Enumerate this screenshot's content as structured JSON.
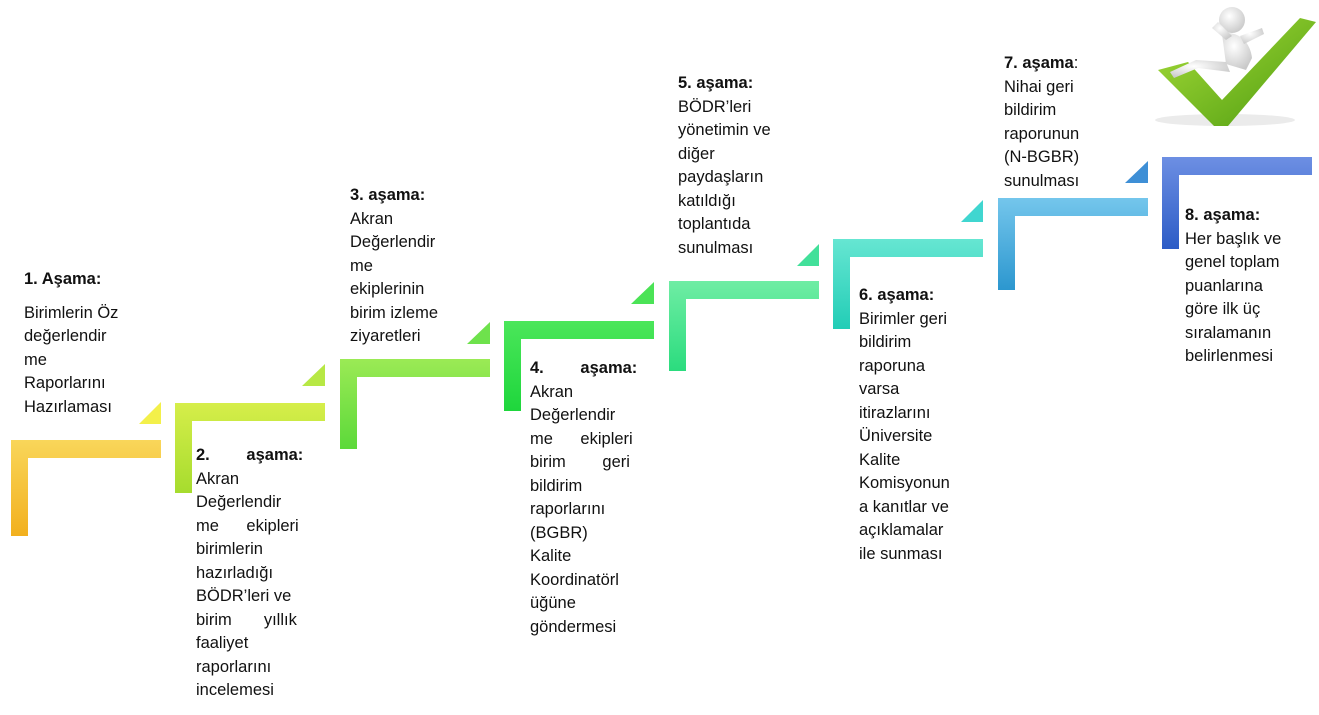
{
  "steps": [
    {
      "title": "1. Aşama:",
      "lines": "Birimlerin Öz\ndeğerlendir\nme\nRaporlarını\nHazırlaması",
      "color": "#F7C22C"
    },
    {
      "title": "2.        aşama:",
      "lines": "Akran\nDeğerlendir\nme      ekipleri\nbirimlerin\nhazırladığı\nBÖDR’leri ve\nbirim       yıllık\nfaaliyet\nraporlarını\nincelemesi",
      "color": "#B9E63A"
    },
    {
      "title": "3. aşama:",
      "lines": "Akran\nDeğerlendir\nme\nekiplerinin\nbirim izleme\nziyaretleri",
      "color": "#77E24A"
    },
    {
      "title": "4.        aşama:",
      "lines": "Akran\nDeğerlendir\nme      ekipleri\nbirim        geri\nbildirim\nraporlarını\n(BGBR)\nKalite\nKoordinatörl\nüğüne\ngöndermesi",
      "color": "#2FE04C"
    },
    {
      "title": "5. aşama:",
      "lines": "BÖDR’leri\nyönetimin ve\ndiğer\npaydaşların\nkatıldığı\ntoplantıda\nsunulması",
      "color": "#3DE58E"
    },
    {
      "title": "6. aşama:",
      "lines": "Birimler geri\nbildirim\nraporuna\nvarsa\nitirazlarını\nÜniversite\nKalite\nKomisyonun\na kanıtlar ve\naçıklamalar\nile sunması",
      "color": "#38D8C4"
    },
    {
      "title": "7. aşama",
      "title_suffix": ":",
      "lines": "Nihai geri\nbildirim\nraporunun\n(N-BGBR)\nsunulması",
      "color": "#3AA7D9"
    },
    {
      "title": "8. aşama:",
      "lines": "Her başlık ve\ngenel toplam\npuanlarına\ngöre ilk üç\nsıralamanın\nbelirlenmesi",
      "color": "#3B6FD2"
    }
  ],
  "icons": {
    "finish": "relaxing-figure-checkmark-icon"
  },
  "colors": {
    "check": "#7DC01E",
    "figure": "#E8E8E8"
  }
}
